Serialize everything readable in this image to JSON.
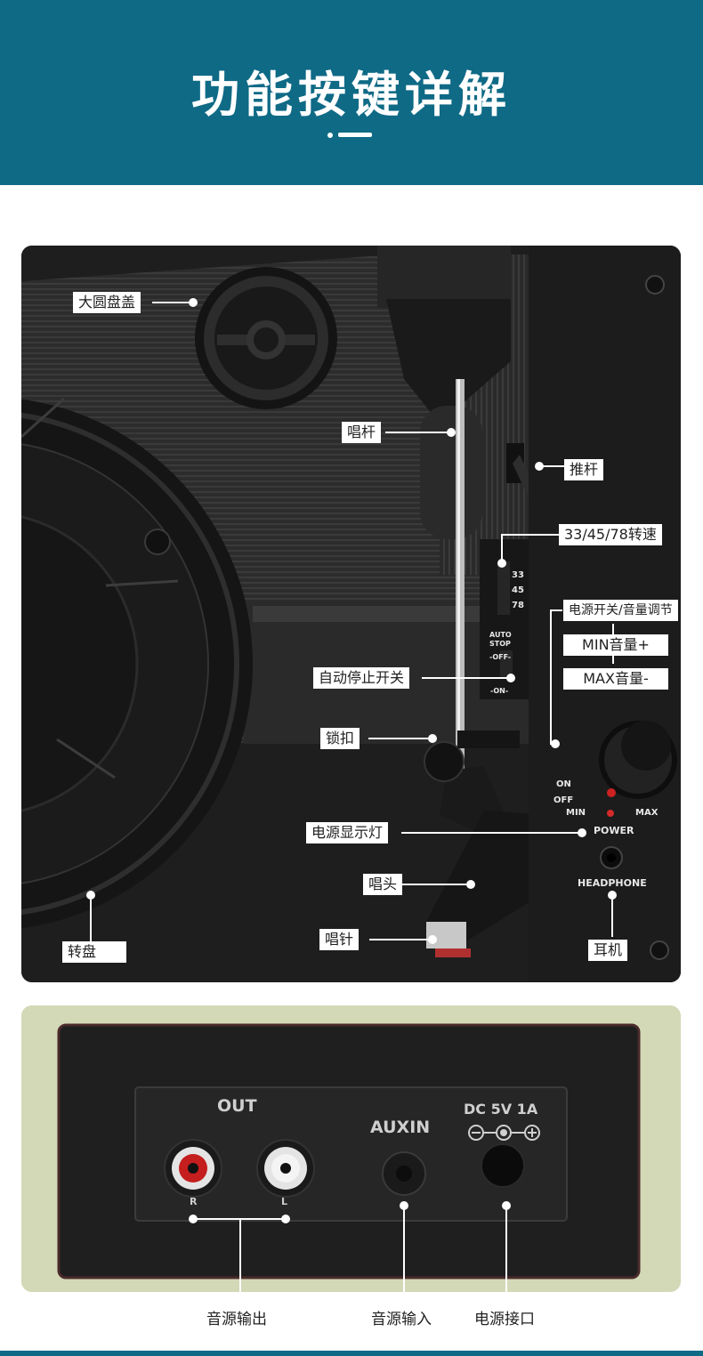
{
  "header": {
    "title": "功能按键详解"
  },
  "turntable": {
    "labels": {
      "cover": "大圆盘盖",
      "tonearm": "唱杆",
      "lever": "推杆",
      "speed": "33/45/78转速",
      "power_volume": "电源开关/音量调节",
      "min": "MIN音量+",
      "max": "MAX音量-",
      "autostop": "自动停止开关",
      "lock": "锁扣",
      "power_led": "电源显示灯",
      "cartridge": "唱头",
      "stylus": "唱针",
      "platter": "转盘",
      "headphone": "耳机"
    },
    "printed": {
      "speed_33": "33",
      "speed_45": "45",
      "speed_78": "78",
      "auto": "AUTO",
      "stop": "STOP",
      "off_small": "-OFF-",
      "on_small": "-ON-",
      "on": "ON",
      "off": "OFF",
      "min": "MIN",
      "max": "MAX",
      "power": "POWER",
      "headphone": "HEADPHONE"
    }
  },
  "back_panel": {
    "printed": {
      "out": "OUT",
      "r": "R",
      "l": "L",
      "auxin": "AUXIN",
      "dc": "DC 5V 1A"
    },
    "captions": {
      "audio_out": "音源输出",
      "audio_in": "音源输入",
      "power_jack": "电源接口"
    }
  }
}
